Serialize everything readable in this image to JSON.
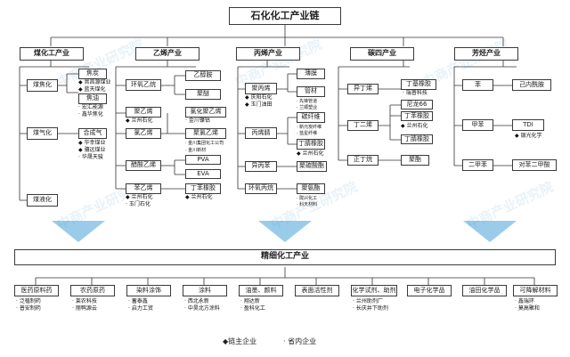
{
  "title": "石化化工产业链",
  "chains": [
    {
      "key": "coal",
      "label": "煤化工产业"
    },
    {
      "key": "ethylene",
      "label": "乙烯产业"
    },
    {
      "key": "propylene",
      "label": "丙烯产业"
    },
    {
      "key": "c4",
      "label": "碳四产业"
    },
    {
      "key": "aromatics",
      "label": "芳烃产业"
    }
  ],
  "coal": {
    "sub1": "煤焦化",
    "sub2": "煤气化",
    "sub3": "煤液化",
    "p1": "焦炭",
    "p1_notes": [
      "◆ 晋昌源煤业",
      "◆ 蓝天煤化"
    ],
    "p2": "焦油",
    "p2_notes": [
      "· 宏汇能源",
      "· 鑫华焦化"
    ],
    "p3": "合成气",
    "p3_notes": [
      "◆ 华幸煤业",
      "◆ 骧远煤业",
      "· 华晟天骏"
    ]
  },
  "ethylene": {
    "s1": "环氧乙烷",
    "s1a": "乙醇胺",
    "s1b": "聚醚",
    "s2": "聚乙烯",
    "s2_note": "◆ 兰州石化",
    "s3": "氯乙烯",
    "s3a": "氯化聚乙烯",
    "s3a_note": "· 金川镍钴",
    "s4": "聚氯乙烯",
    "s4_notes": [
      "· 金川集团化工公司",
      "· 金川新材"
    ],
    "s5": "醋酸乙烯",
    "s5a": "PVA",
    "s5b": "EVA",
    "s6": "苯乙烯",
    "s6_notes": [
      "◆ 兰州石化",
      "· 玉门石化"
    ],
    "s6a": "丁苯橡胶",
    "s6a_note": "◆ 兰州石化"
  },
  "propylene": {
    "s1": "聚丙烯",
    "s1_notes": [
      "◆ 庆阳石化",
      "◆ 玉门油田"
    ],
    "s1a": "薄膜",
    "s1b": "管材",
    "s1b_notes": [
      "· 先锋管道",
      "· 兰顺塑业"
    ],
    "s2": "丙烯腈",
    "s2a": "碳纤维",
    "s2a_notes": [
      "· 新元炭纤维",
      "· 蓝星纤维"
    ],
    "s2b": "丁腈橡胶",
    "s2b_note": "◆ 兰州石化",
    "s3": "异丙苯",
    "s3a": "聚碳酸酯",
    "s4": "环氧丙烷",
    "s4a": "聚氨酯",
    "s4a_notes": [
      "· 陇兴化工",
      "· 科天材料"
    ]
  },
  "c4": {
    "s1": "异丁烯",
    "s1a": "丁基橡胶",
    "s1a_note": "· 瑞普科技",
    "s2": "丁二烯",
    "s2a": "尼龙66",
    "s2b": "丁苯橡胶",
    "s2b_note": "◆ 兰州石化",
    "s2c": "丁腈橡胶",
    "s3": "正丁烷",
    "s3a": "聚酯"
  },
  "aromatics": {
    "s1": "苯",
    "s1a": "己内酰胺",
    "s2": "甲苯",
    "s2a": "TDI",
    "s2a_note": "◆ 银光化学",
    "s3": "二甲苯",
    "s3a": "对苯二甲酸"
  },
  "fine": {
    "label": "精细化工产业",
    "items": [
      {
        "label": "医药原料药",
        "notes": [
          "· 泛植制药",
          "· 普安制药"
        ]
      },
      {
        "label": "农药原药",
        "notes": [
          "· 莱农科技",
          "· 丽鸭源云"
        ]
      },
      {
        "label": "染料涂饰",
        "notes": [
          "· 蓄泰鑫",
          "· 启力工贸"
        ]
      },
      {
        "label": "涂料",
        "notes": [
          "· 西北永新",
          "· 中昊北方涂料"
        ]
      },
      {
        "label": "油墨、颜料",
        "notes": [
          "· 翔达新",
          "· 盈科化工"
        ]
      },
      {
        "label": "表面活性剂",
        "notes": []
      },
      {
        "label": "化学试剂、助剂",
        "notes": [
          "· 兰州助剂厂",
          "· 长庆井下助剂"
        ]
      },
      {
        "label": "电子化学品",
        "notes": []
      },
      {
        "label": "油田化学品",
        "notes": []
      },
      {
        "label": "可降解材料",
        "notes": [
          "· 鑫瑞环",
          "· 莫高聚和"
        ]
      }
    ]
  },
  "legend": {
    "a": "◆链主企业",
    "b": "· 省内企业"
  },
  "watermark": "中商产业研究院"
}
